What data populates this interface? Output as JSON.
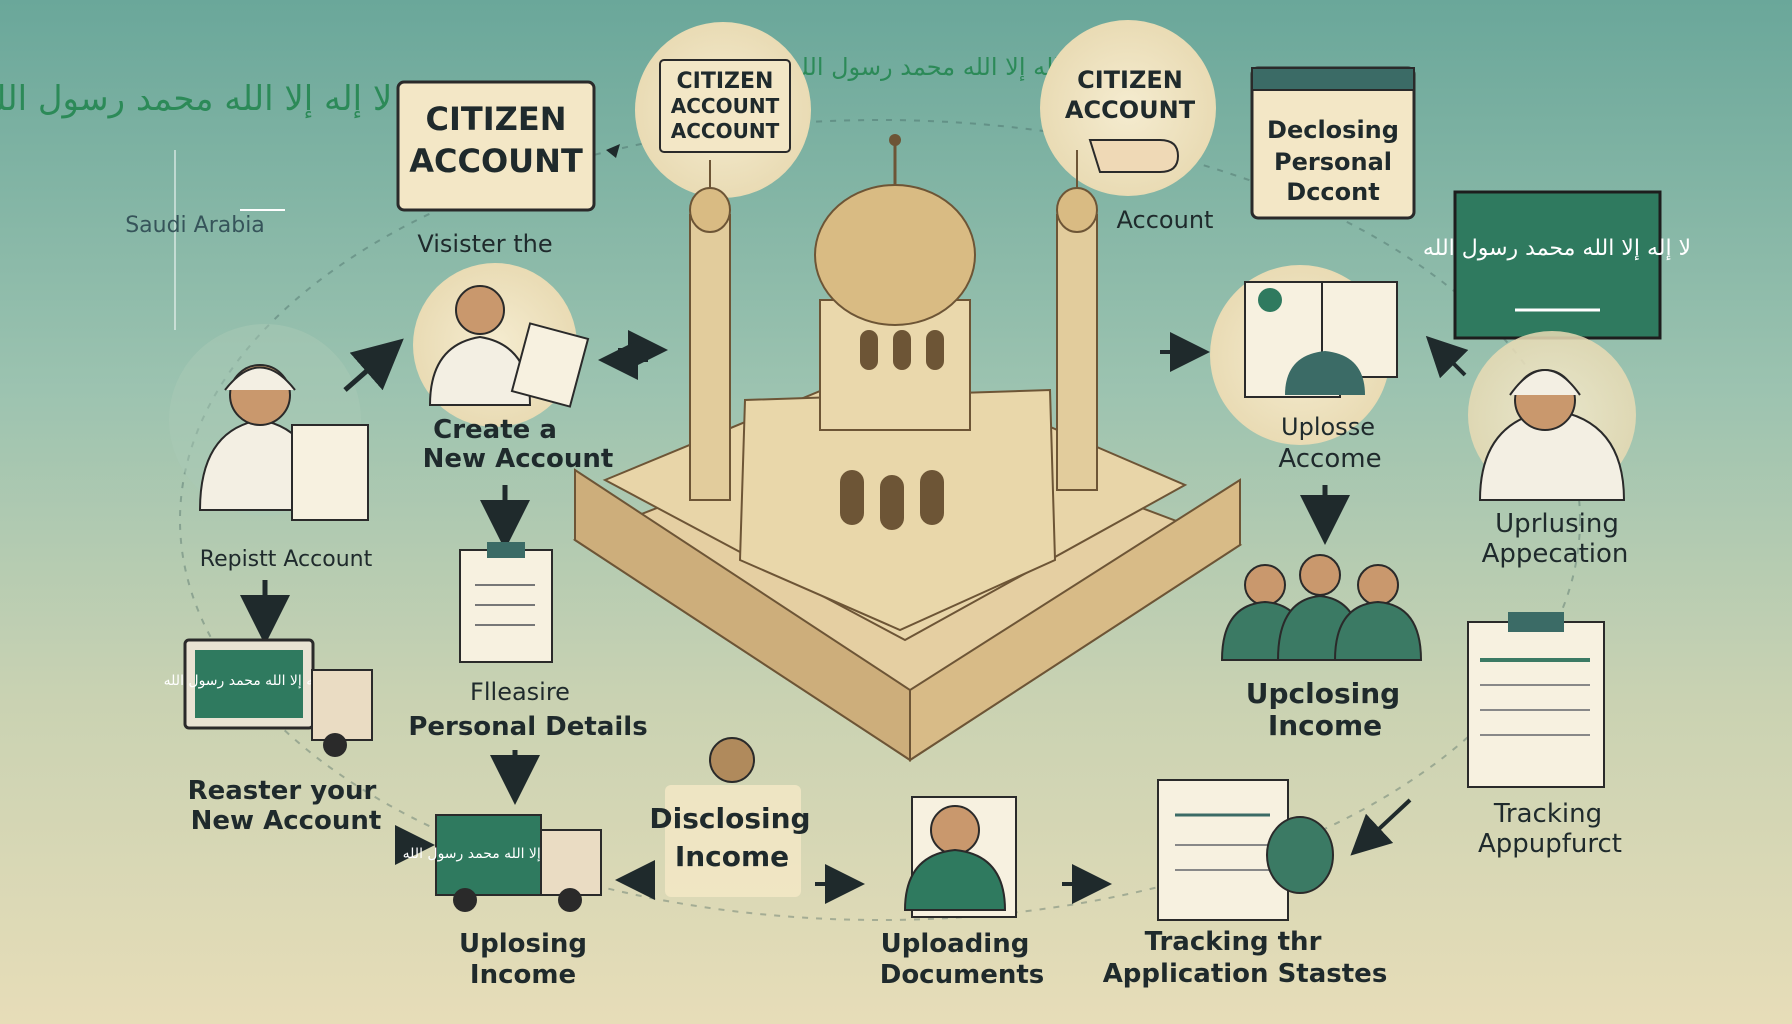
{
  "brand": {
    "calligraphy": "لا إله إلا الله محمد رسول الله",
    "country": "Saudi Arabia"
  },
  "signs": {
    "main_line1": "CITIZEN",
    "main_line2": "ACCOUNT",
    "top_line1": "CITIZEN",
    "top_line2": "ACCOUNT",
    "top_line3": "ACCOUNT",
    "right_line1": "CITIZEN",
    "right_line2": "ACCOUNT",
    "right_caption": "Account",
    "doc_line1": "Declosing",
    "doc_line2": "Personal",
    "doc_line3": "Dccont"
  },
  "steps": {
    "visit": "Visister the",
    "create_line1": "Create a",
    "create_line2": "New Account",
    "register": "Repistt Account",
    "personal_line1": "Flleasire",
    "personal_line2": "Personal Details",
    "new_line1": "Reaster your",
    "new_line2": "New Account",
    "upload_income_line1": "Uplosing",
    "upload_income_line2": "Income",
    "disclosing_line1": "Disclosing",
    "disclosing_line2": "Income",
    "docs_line1": "Uploading",
    "docs_line2": "Documents",
    "tracking_line1": "Tracking thr",
    "tracking_line2": "Application Stastes",
    "r_upload_line1": "Uplosse",
    "r_upload_line2": "Accome",
    "r_upl_line1": "Upclosing",
    "r_upl_line2": "Income",
    "far_line1": "Uprlusing",
    "far_line2": "Appecation",
    "track_r_line1": "Tracking",
    "track_r_line2": "Appupfurct"
  },
  "colors": {
    "green": "#1f7a4c",
    "parchment": "#f1e2bd",
    "ink": "#1f2a2c"
  }
}
